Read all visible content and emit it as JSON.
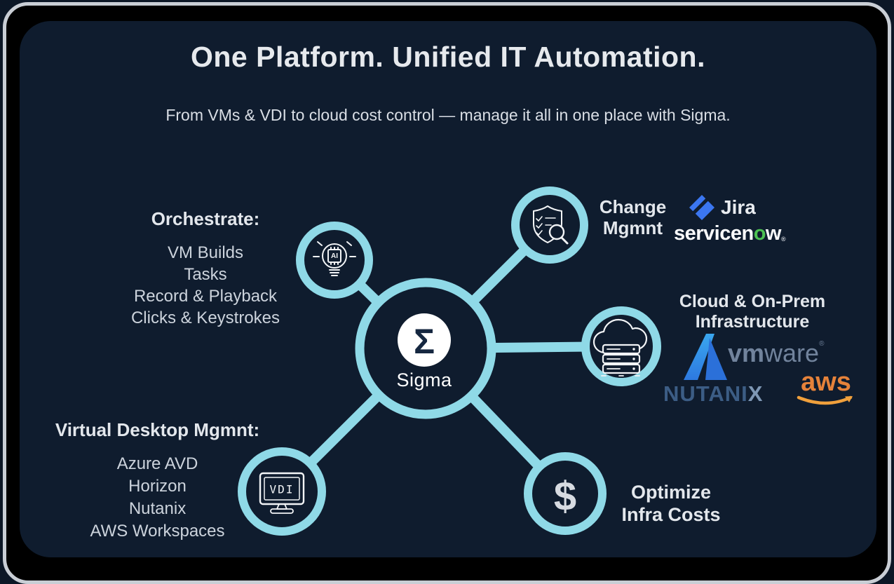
{
  "slide": {
    "title": "One Platform. Unified IT Automation.",
    "subtitle": "From VMs & VDI to cloud cost control — manage it all in one place with Sigma."
  },
  "hub": {
    "symbol": "Σ",
    "label": "Sigma"
  },
  "orchestrate": {
    "heading": "Orchestrate:",
    "items": [
      "VM Builds",
      "Tasks",
      "Record & Playback",
      "Clicks & Keystrokes"
    ],
    "icon_label": "AI"
  },
  "change": {
    "line1": "Change",
    "line2": "Mgmnt"
  },
  "cloud": {
    "line1": "Cloud & On-Prem",
    "line2": "Infrastructure"
  },
  "costs": {
    "line1": "Optimize",
    "line2": "Infra Costs",
    "icon_label": "$"
  },
  "vdi": {
    "heading": "Virtual Desktop Mgmnt:",
    "items": [
      "Azure AVD",
      "Horizon",
      "Nutanix",
      "AWS Workspaces"
    ],
    "icon_label": "VDI"
  },
  "logos": {
    "jira": {
      "text": "Jira"
    },
    "servicenow": {
      "part1": "servicen",
      "part2": "o",
      "part3": "w",
      "mark": "®"
    },
    "vmware": {
      "bold": "vm",
      "light": "ware",
      "mark": "®"
    },
    "nutanix": {
      "part1": "NUTANI",
      "part2": "X"
    },
    "aws": {
      "text": "aws"
    }
  },
  "colors": {
    "panel_background": "#0f1c2e",
    "accent_cyan": "#8fd9e7",
    "heading_text": "#e6e9ed",
    "body_text": "#ccd3dc",
    "jira_blue": "#3b76f0",
    "servicenow_green": "#4cc152",
    "azure_blue": "#2f7ce0",
    "vmware_gray": "#71839c",
    "nutanix_blue": "#3c5d85",
    "aws_orange": "#e5823a"
  }
}
